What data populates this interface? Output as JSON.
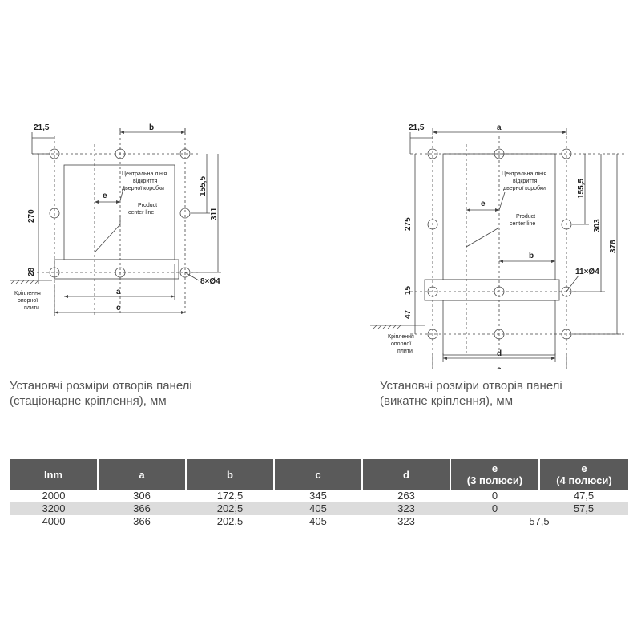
{
  "left_drawing": {
    "dims": {
      "top_left": "21,5",
      "top_b": "b",
      "left_270": "270",
      "left_28": "28",
      "right_155": "155,5",
      "right_311": "311",
      "bottom_a": "a",
      "bottom_c": "c",
      "inner_e": "e",
      "holes": "8×Ø4"
    },
    "notes": {
      "centerline_ua_1": "Центральна лінія",
      "centerline_ua_2": "відкриття",
      "centerline_ua_3": "дверної коробки",
      "centerline_en_1": "Product",
      "centerline_en_2": "center line",
      "mount_1": "Кріплення",
      "mount_2": "опорної",
      "mount_3": "плити"
    }
  },
  "right_drawing": {
    "dims": {
      "top_left": "21,5",
      "top_a": "a",
      "left_275": "275",
      "left_15": "15",
      "left_47": "47",
      "right_155": "155,5",
      "right_303": "303",
      "right_378": "378",
      "inner_e": "e",
      "inner_b": "b",
      "bottom_d": "d",
      "bottom_c": "c",
      "holes": "11×Ø4"
    },
    "notes": {
      "centerline_ua_1": "Центральна лінія",
      "centerline_ua_2": "відкриття",
      "centerline_ua_3": "дверної коробки",
      "centerline_en_1": "Product",
      "centerline_en_2": "center line",
      "mount_1": "Кріплення",
      "mount_2": "опорної",
      "mount_3": "плити"
    }
  },
  "captions": {
    "left": "Установчі розміри отворів панелі\n(стаціонарне кріплення), мм",
    "right": "Установчі розміри отворів панелі\n(викатне кріплення), мм"
  },
  "table": {
    "headers": [
      "Inm",
      "a",
      "b",
      "c",
      "d",
      "e\n(3 полюси)",
      "e\n(4 полюси)"
    ],
    "rows": [
      [
        "2000",
        "306",
        "172,5",
        "345",
        "263",
        "0",
        "47,5"
      ],
      [
        "3200",
        "366",
        "202,5",
        "405",
        "323",
        "0",
        "57,5"
      ],
      [
        "4000",
        "366",
        "202,5",
        "405",
        "323",
        "57,5"
      ]
    ]
  }
}
